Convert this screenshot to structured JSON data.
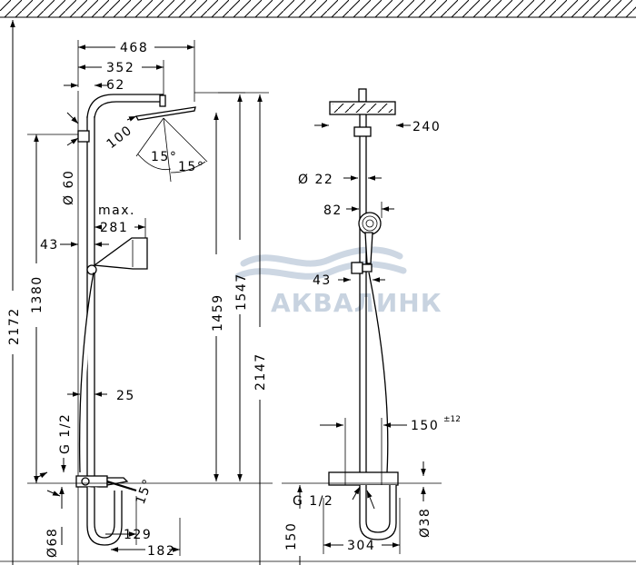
{
  "watermark": {
    "text": "АКВАЛИНК"
  },
  "left_view": {
    "d468": "468",
    "d352": "352",
    "d62": "62",
    "d100": "100",
    "a15a": "15°",
    "a15b": "15°",
    "d60": "Ø 60",
    "max": "max.",
    "d281": "281",
    "d43": "43",
    "d1380": "1380",
    "d2172": "2172",
    "d1459": "1459",
    "d1547": "1547",
    "d2147": "2147",
    "d25": "25",
    "g12": "G 1/2",
    "a15c": "15°",
    "d68": "Ø68",
    "d129": "129",
    "d182": "182"
  },
  "right_view": {
    "d240": "240",
    "d22": "Ø 22",
    "d82": "82",
    "d43": "43",
    "d150tol": "150",
    "tol": "±12",
    "g12": "G 1/2",
    "d38": "Ø38",
    "d150": "150",
    "d304": "304"
  },
  "colors": {
    "line": "#000000",
    "watermark": "#c8d3e0"
  }
}
